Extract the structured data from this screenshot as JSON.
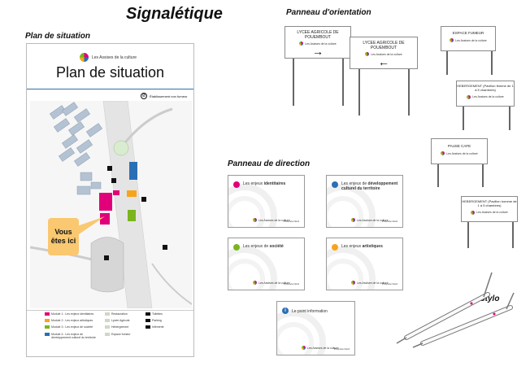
{
  "page_title": "Signalétique",
  "plan": {
    "heading": "Plan de situation",
    "brand": "Les Assises de la culture",
    "title": "Plan de situation",
    "smoking_notice": "Établissement non fumeur",
    "callout": "Vous êtes ici",
    "legend_col1": [
      {
        "color": "#e2007a",
        "text": "Module 1 : Les enjeux identitaires"
      },
      {
        "color": "#f7a41c",
        "text": "Module 2 : Les enjeux artistiques"
      },
      {
        "color": "#7ab51d",
        "text": "Module 3 : Les enjeux de société"
      },
      {
        "color": "#2a6fb5",
        "text": "Module 4 : Les enjeux de développement culturel du territoire"
      }
    ],
    "legend_col2": [
      "Restauration",
      "Lycée Agricole",
      "Hébergement",
      "Espace fumeur"
    ],
    "legend_col3": [
      "Toilettes",
      "Parking",
      "Infirmerie"
    ]
  },
  "orientation": {
    "heading": "Panneau d'orientation",
    "sign1": "LYCEE AGRICOLE DE POUEMBOUT",
    "sign1_arrow": "→",
    "sign2": "LYCEE AGRICOLE DE POUEMBOUT",
    "sign2_arrow": "←",
    "sign3": "ESPACE FUMEUR",
    "sign4": "HEBERGEMENT (Pavillon femme de 1 à 5 chambres)",
    "sign5": "PAUSE CAFE",
    "sign6": "HEBERGEMENT (Pavillon homme de 1 à 5 chambres)",
    "brand_small": "Les Assises de la culture"
  },
  "direction": {
    "heading": "Panneau de direction",
    "cards": [
      {
        "prefix": "Les enjeux ",
        "bold": "identitaires",
        "color": "#e2007a"
      },
      {
        "prefix": "Les enjeux de ",
        "bold": "développement culturel du territoire",
        "color": "#2a6fb5"
      },
      {
        "prefix": "Les enjeux de ",
        "bold": "société",
        "color": "#7ab51d"
      },
      {
        "prefix": "Les enjeux ",
        "bold": "artistiques",
        "color": "#f7a41c"
      }
    ],
    "info_card": "Le point information",
    "foot": "Province Nord"
  },
  "stylo": {
    "heading": "Stylo"
  }
}
